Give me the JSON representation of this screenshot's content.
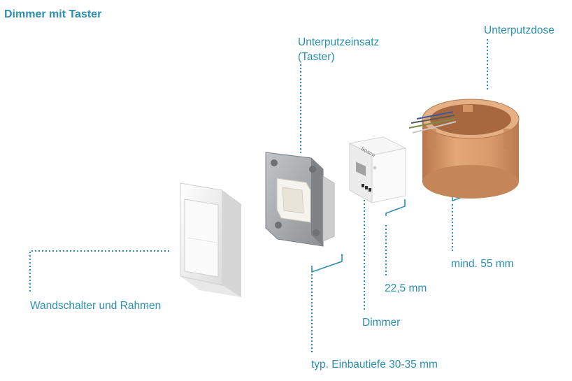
{
  "title": "Dimmer mit Taster",
  "labels": {
    "unterputzeinsatz": [
      "Unterputzeinsatz",
      "(Taster)"
    ],
    "unterputzdose": "Unterputzdose",
    "wandschalter": "Wandschalter und Rahmen",
    "dimmer": "Dimmer",
    "breite_dimmer": "22,5 mm",
    "tiefe_dose": "mind. 55 mm",
    "einbautiefe": "typ. Einbautiefe 30-35 mm"
  },
  "device_brand": "BOSCH",
  "colors": {
    "accent": "#2a8fb0",
    "box": "#d99a6c",
    "frame": "#f2f2f2",
    "metal": "#9ea1a4"
  }
}
